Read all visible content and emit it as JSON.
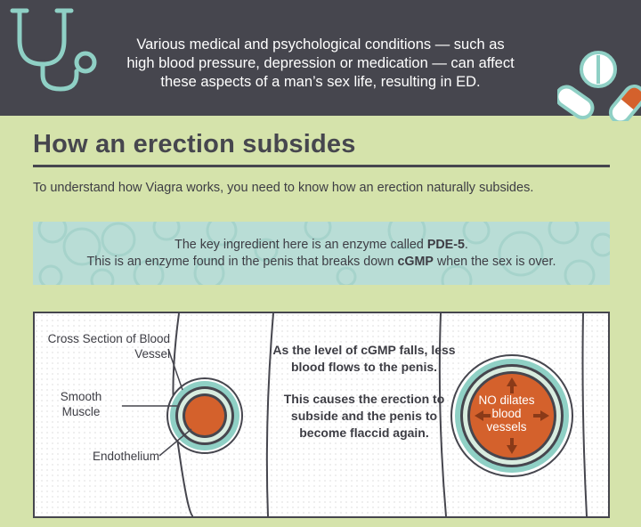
{
  "banner": {
    "lines": [
      "Various medical and psychological conditions — such as",
      "high blood pressure, depression or medication — can affect",
      "these aspects of a man’s sex life, resulting in ED."
    ]
  },
  "section": {
    "title": "How an erection subsides",
    "intro": "To understand how Viagra works, you need to know how an erection naturally subsides."
  },
  "pde": {
    "line1_pre": "The key ingredient here is an enzyme called ",
    "line1_bold": "PDE-5",
    "line1_post": ".",
    "line2_pre": "This is an enzyme found in the penis that breaks down ",
    "line2_bold": "cGMP",
    "line2_post": " when the sex is over."
  },
  "diagram": {
    "labels": {
      "cross_section": "Cross Section of Blood Vessel",
      "smooth_muscle": "Smooth Muscle",
      "endothelium": "Endothelium"
    },
    "explanation": {
      "p1": "As the level of cGMP falls, less blood flows to the penis.",
      "p2": "This causes the erection to subside and the penis to become flaccid again."
    },
    "vessel_note": "NO dilates blood vessels"
  },
  "icons": [
    "stethoscope-icon",
    "pill-capsule-icon",
    "pill-tablet-icon",
    "arrow-up-icon",
    "arrow-down-icon",
    "arrow-left-icon",
    "arrow-right-icon"
  ],
  "colors": {
    "background": "#d5e3ab",
    "banner": "#46464e",
    "teal": "#7fc4bd",
    "orange": "#d4612c",
    "light_teal": "#b9ddd6"
  }
}
